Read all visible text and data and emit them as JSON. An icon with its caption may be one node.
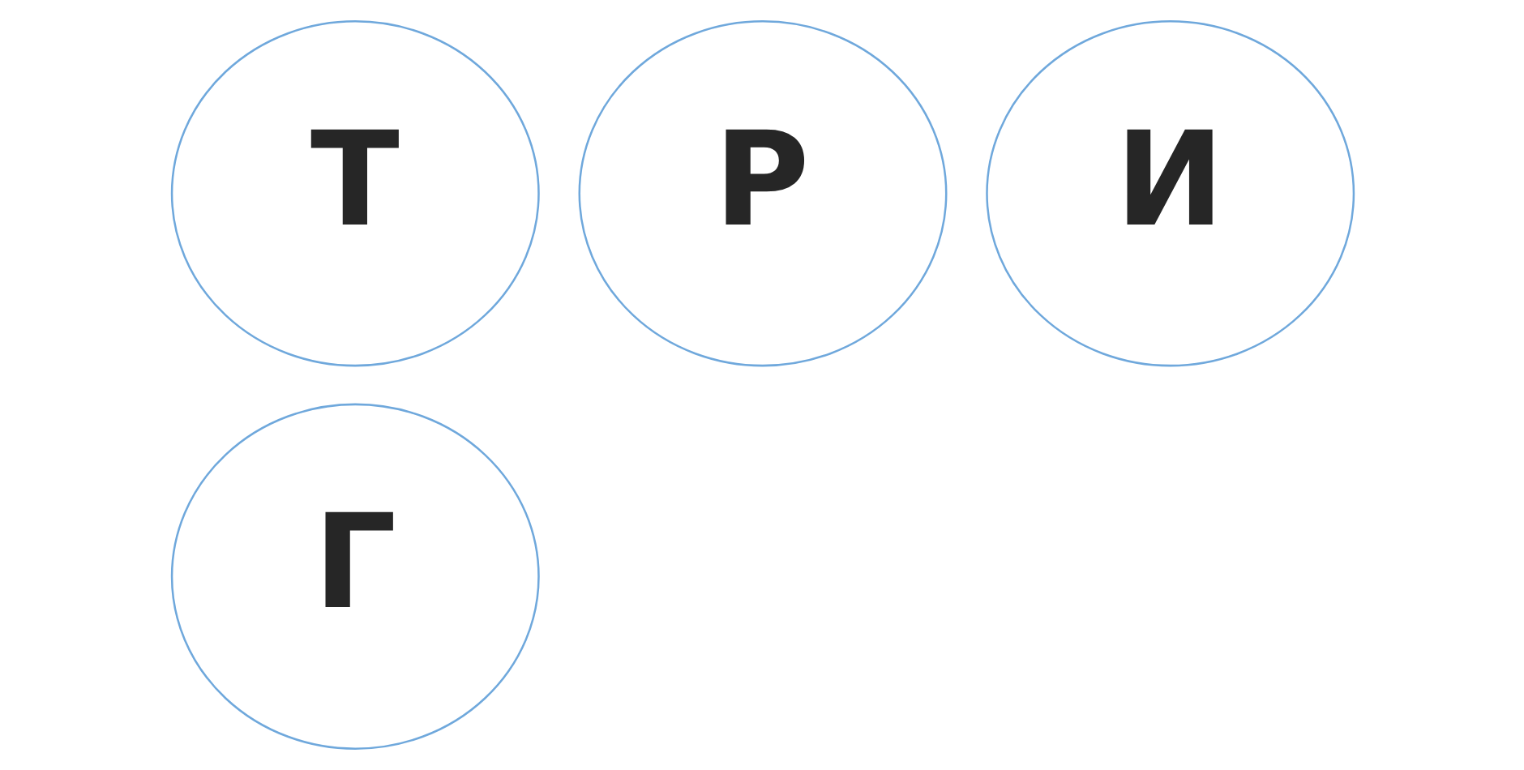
{
  "diagram": {
    "nodes": [
      {
        "text": [
          "Т"
        ]
      },
      {
        "text": [
          "Р"
        ]
      },
      {
        "text": [
          "И"
        ]
      },
      {
        "text": [
          "Г"
        ]
      }
    ]
  }
}
